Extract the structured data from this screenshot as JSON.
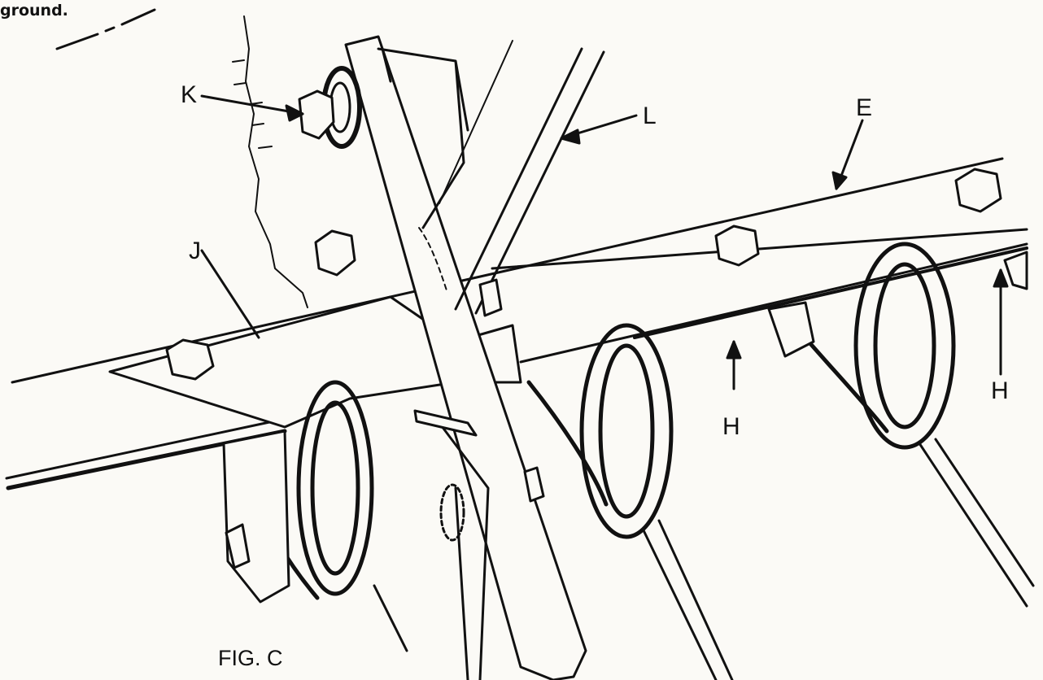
{
  "header_text": "ground.",
  "caption": "FIG. C",
  "callouts": {
    "K": "K",
    "L": "L",
    "E": "E",
    "J": "J",
    "H1": "H",
    "H2": "H"
  }
}
